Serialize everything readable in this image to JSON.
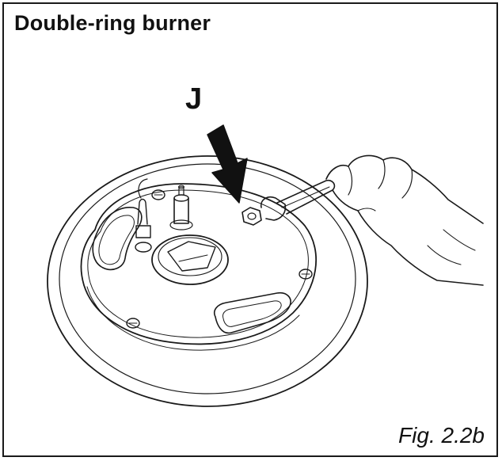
{
  "figure": {
    "title": "Double-ring burner",
    "callout_label": "J",
    "caption": "Fig. 2.2b"
  },
  "colors": {
    "ink": "#111111",
    "background": "#ffffff"
  },
  "icons": {
    "arrow": "callout-arrow-icon",
    "wrench": "wrench-icon",
    "hand": "hand-icon",
    "nut": "nut-icon"
  }
}
